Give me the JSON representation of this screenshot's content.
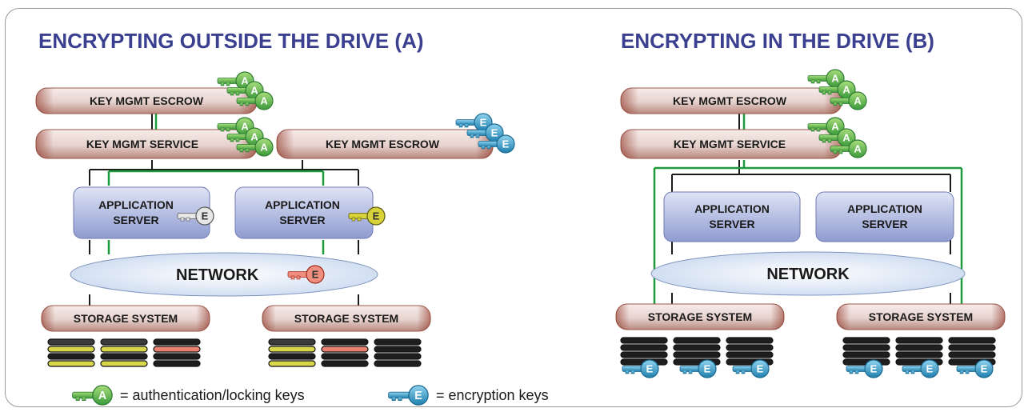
{
  "panels": [
    {
      "title": "ENCRYPTING OUTSIDE THE DRIVE (A)",
      "key_mgmt_escrow": "KEY MGMT ESCROW",
      "key_mgmt_service": "KEY MGMT SERVICE",
      "key_mgmt_escrow_2": "KEY MGMT ESCROW",
      "app_server_1": [
        "APPLICATION",
        "SERVER"
      ],
      "app_server_2": [
        "APPLICATION",
        "SERVER"
      ],
      "network": "NETWORK",
      "storage_1": "STORAGE SYSTEM",
      "storage_2": "STORAGE SYSTEM"
    },
    {
      "title": "ENCRYPTING IN THE DRIVE (B)",
      "key_mgmt_escrow": "KEY MGMT ESCROW",
      "key_mgmt_service": "KEY MGMT SERVICE",
      "app_server_1": [
        "APPLICATION",
        "SERVER"
      ],
      "app_server_2": [
        "APPLICATION",
        "SERVER"
      ],
      "network": "NETWORK",
      "storage_1": "STORAGE SYSTEM",
      "storage_2": "STORAGE SYSTEM"
    }
  ],
  "key_letters": {
    "auth": "A",
    "encryption": "E"
  },
  "legend": {
    "auth_text": "= authentication/locking keys",
    "enc_text": "= encryption keys"
  },
  "colors": {
    "title": "#3a3f8f",
    "auth_key": "#5cb85c",
    "enc_key": "#3aa0c8",
    "green_line": "#1e9a3c",
    "box_fill": "#e8d6d2",
    "server_fill": "#b9c2e6",
    "network_fill": "#dbe6f5"
  },
  "icons": [
    "key-auth-icon",
    "key-encryption-icon",
    "disk-stack-icon"
  ]
}
